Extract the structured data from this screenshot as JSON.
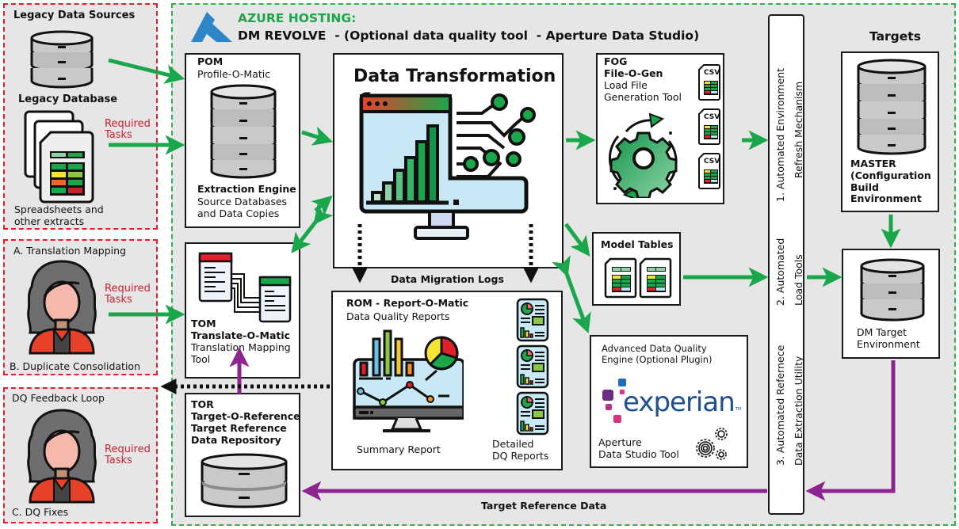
{
  "legacy_sources": {
    "title": "Legacy Data Sources",
    "database_label": "Legacy Database",
    "required_tasks": [
      "Required",
      "Tasks"
    ],
    "spreadsheets_label": [
      "Spreadsheets and",
      "other extracts"
    ]
  },
  "translation_zone": {
    "title": "A. Translation Mapping",
    "required_tasks": [
      "Required",
      "Tasks"
    ],
    "footer": "B. Duplicate Consolidation"
  },
  "feedback_zone": {
    "title": "DQ Feedback Loop",
    "required_tasks": [
      "Required",
      "Tasks"
    ],
    "footer": "C. DQ Fixes"
  },
  "azure": {
    "hosting_label": "AZURE HOSTING:",
    "subtitle": "DM REVOLVE  - (Optional data quality tool  - Aperture Data Studio)"
  },
  "pom": {
    "code": "POM",
    "name": "Profile-O-Matic",
    "engine": "Extraction Engine",
    "desc": [
      "Source Databases",
      "and Data Copies"
    ]
  },
  "data_transformation": {
    "title": "Data Transformation"
  },
  "fog": {
    "code": "FOG",
    "name": "File-O-Gen",
    "desc": [
      "Load File",
      "Generation Tool"
    ],
    "file_labels": [
      "CSV",
      "CSV",
      "CSV"
    ]
  },
  "model_tables": {
    "title": "Model Tables"
  },
  "tom": {
    "code": "TOM",
    "name": "Translate-O-Matic",
    "desc": [
      "Translation Mapping",
      "Tool"
    ]
  },
  "tor": {
    "code": "TOR",
    "name": "Target-O-Reference",
    "desc": [
      "Target Reference",
      "Data Repository"
    ]
  },
  "logs_label": "Data Migration Logs",
  "rom": {
    "title": "ROM - Report-O-Matic",
    "subtitle": "Data Quality Reports",
    "summary_label": "Summary Report",
    "detailed_label": [
      "Detailed",
      "DQ Reports"
    ]
  },
  "dq_engine": {
    "desc": [
      "Advanced Data Quality",
      "Engine (Optional Plugin)"
    ],
    "brand": "experian",
    "trademark": "TM",
    "tool": [
      "Aperture",
      "Data Studio Tool"
    ]
  },
  "automation_bar": {
    "items": [
      [
        "1. Automated Environment",
        "Refresh Mechanism"
      ],
      [
        "2. Automated",
        "Load Tools"
      ],
      [
        "3. Automated Refernece",
        "Data Extraction Utility"
      ]
    ]
  },
  "targets": {
    "title": "Targets",
    "master": [
      "MASTER",
      "(Configuration",
      "Build",
      "Environment"
    ],
    "dm_target": [
      "DM Target",
      "Environment"
    ]
  },
  "target_reference_label": "Target Reference Data",
  "colors": {
    "flow_green": "#1aa64a",
    "reference_purple": "#8e2490",
    "zone_red": "#e0202a",
    "zone_green": "#2db34a",
    "azure_blue": "#2e86c8",
    "hosting_green": "#1aa64a",
    "required_red": "#c8202c",
    "experian_blue": "#1d4f91"
  }
}
